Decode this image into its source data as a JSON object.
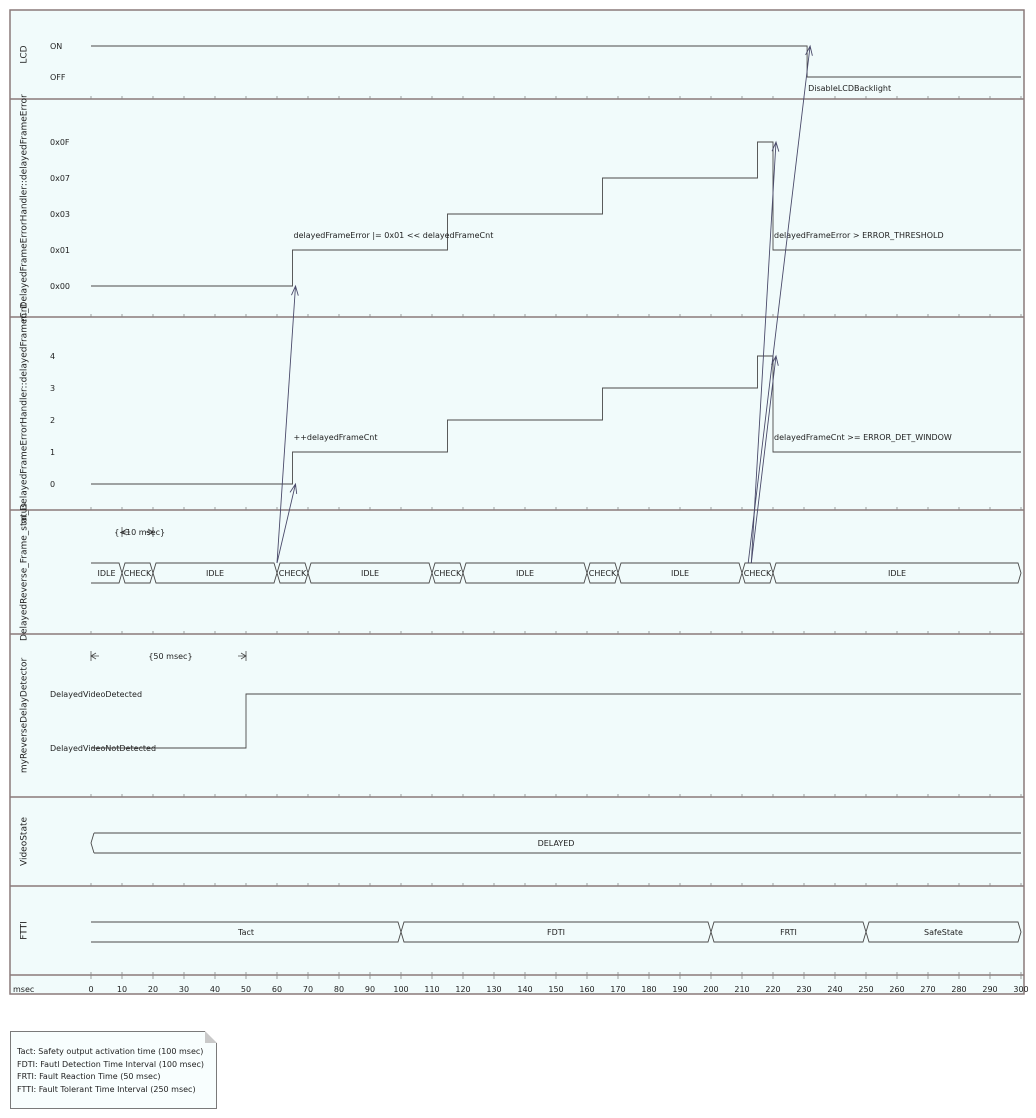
{
  "time_axis": {
    "unit_label": "msec",
    "ticks": [
      "0",
      "10",
      "20",
      "30",
      "40",
      "50",
      "60",
      "70",
      "80",
      "90",
      "100",
      "110",
      "120",
      "130",
      "140",
      "150",
      "160",
      "170",
      "180",
      "190",
      "200",
      "210",
      "220",
      "230",
      "240",
      "250",
      "260",
      "270",
      "280",
      "290",
      "300"
    ],
    "range": [
      0,
      300
    ]
  },
  "lanes": [
    {
      "id": "lcd",
      "name": "LCD",
      "kind": "state",
      "levels": [
        "ON",
        "OFF"
      ],
      "segments": [
        {
          "from": 0,
          "to": 231,
          "level": "ON"
        },
        {
          "from": 231,
          "to": 300,
          "level": "OFF"
        }
      ],
      "annotations": [
        {
          "text": "DisableLCDBacklight",
          "at": 231,
          "level": "OFF"
        }
      ]
    },
    {
      "id": "dfe",
      "name": "m_DelayedFrameErrorHandler::delayedFrameError",
      "kind": "state",
      "levels": [
        "0x0F",
        "0x07",
        "0x03",
        "0x01",
        "0x00"
      ],
      "segments": [
        {
          "from": 0,
          "to": 65,
          "level": "0x00"
        },
        {
          "from": 65,
          "to": 115,
          "level": "0x01"
        },
        {
          "from": 115,
          "to": 165,
          "level": "0x03"
        },
        {
          "from": 165,
          "to": 215,
          "level": "0x07"
        },
        {
          "from": 215,
          "to": 220,
          "level": "0x0F"
        },
        {
          "from": 220,
          "to": 300,
          "level": "0x01"
        }
      ],
      "annotations": [
        {
          "text": "delayedFrameError |= 0x01 << delayedFrameCnt",
          "at": 65,
          "level": "0x01"
        },
        {
          "text": "delayedFrameError > ERROR_THRESHOLD",
          "at": 220,
          "level": "0x01"
        }
      ]
    },
    {
      "id": "dfc",
      "name": "m_DelayedFrameErrorHandler::delayedFrameCnt",
      "kind": "state",
      "levels": [
        "4",
        "3",
        "2",
        "1",
        "0"
      ],
      "segments": [
        {
          "from": 0,
          "to": 65,
          "level": "0"
        },
        {
          "from": 65,
          "to": 115,
          "level": "1"
        },
        {
          "from": 115,
          "to": 165,
          "level": "2"
        },
        {
          "from": 165,
          "to": 215,
          "level": "3"
        },
        {
          "from": 215,
          "to": 220,
          "level": "4"
        },
        {
          "from": 220,
          "to": 300,
          "level": "1"
        }
      ],
      "annotations": [
        {
          "text": "++delayedFrameCnt",
          "at": 65,
          "level": "1"
        },
        {
          "text": "delayedFrameCnt >= ERROR_DET_WINDOW",
          "at": 220,
          "level": "1"
        }
      ]
    },
    {
      "id": "frame_status",
      "name": "DelayedReverse_Frame_status",
      "kind": "value",
      "segments": [
        {
          "from": 0,
          "to": 10,
          "label": "IDLE"
        },
        {
          "from": 10,
          "to": 20,
          "label": "CHECK"
        },
        {
          "from": 20,
          "to": 60,
          "label": "IDLE"
        },
        {
          "from": 60,
          "to": 70,
          "label": "CHECK"
        },
        {
          "from": 70,
          "to": 110,
          "label": "IDLE"
        },
        {
          "from": 110,
          "to": 120,
          "label": "CHECK"
        },
        {
          "from": 120,
          "to": 160,
          "label": "IDLE"
        },
        {
          "from": 160,
          "to": 170,
          "label": "CHECK"
        },
        {
          "from": 170,
          "to": 210,
          "label": "IDLE"
        },
        {
          "from": 210,
          "to": 220,
          "label": "CHECK"
        },
        {
          "from": 220,
          "to": 300,
          "label": "IDLE"
        }
      ],
      "duration": {
        "text": "{<10 msec}",
        "from": 10,
        "to": 20
      }
    },
    {
      "id": "detector",
      "name": "myReverseDelayDetector",
      "kind": "state",
      "levels": [
        "DelayedVideoDetected",
        "DelayedVideoNotDetected"
      ],
      "segments": [
        {
          "from": 0,
          "to": 50,
          "level": "DelayedVideoNotDetected"
        },
        {
          "from": 50,
          "to": 300,
          "level": "DelayedVideoDetected"
        }
      ],
      "duration": {
        "text": "{50 msec}",
        "from": 0,
        "to": 50
      }
    },
    {
      "id": "videostate",
      "name": "VideoState",
      "kind": "value",
      "segments": [
        {
          "from": 0,
          "to": 300,
          "label": "DELAYED"
        }
      ]
    },
    {
      "id": "ftti",
      "name": "FTTI",
      "kind": "value",
      "segments": [
        {
          "from": 0,
          "to": 100,
          "label": "Tact"
        },
        {
          "from": 100,
          "to": 200,
          "label": "FDTI"
        },
        {
          "from": 200,
          "to": 250,
          "label": "FRTI"
        },
        {
          "from": 250,
          "to": 300,
          "label": "SafeState"
        }
      ]
    }
  ],
  "messages": [
    {
      "from_lane": "frame_status",
      "from_t": 60,
      "to_lane": "dfc",
      "to_t": 65
    },
    {
      "from_lane": "frame_status",
      "from_t": 60,
      "to_lane": "dfe",
      "to_t": 65
    },
    {
      "from_lane": "frame_status",
      "from_t": 213,
      "to_lane": "dfc",
      "to_t": 220
    },
    {
      "from_lane": "frame_status",
      "from_t": 213,
      "to_lane": "dfe",
      "to_t": 220
    },
    {
      "from_lane": "frame_status",
      "from_t": 212,
      "to_lane": "lcd",
      "to_t": 231
    }
  ],
  "note": {
    "lines": [
      "Tact: Safety output activation time (100 msec)",
      "FDTI: Fautl Detection Time Interval (100 msec)",
      "FRTI: Fault Reaction Time (50 msec)",
      "FTTI: Fault Tolerant Time Interval (250 msec)"
    ]
  },
  "colors": {
    "lane_bg": "#f1fbfb",
    "border": "#8a7a7a",
    "line": "#4a4a4a",
    "text": "#222222"
  }
}
